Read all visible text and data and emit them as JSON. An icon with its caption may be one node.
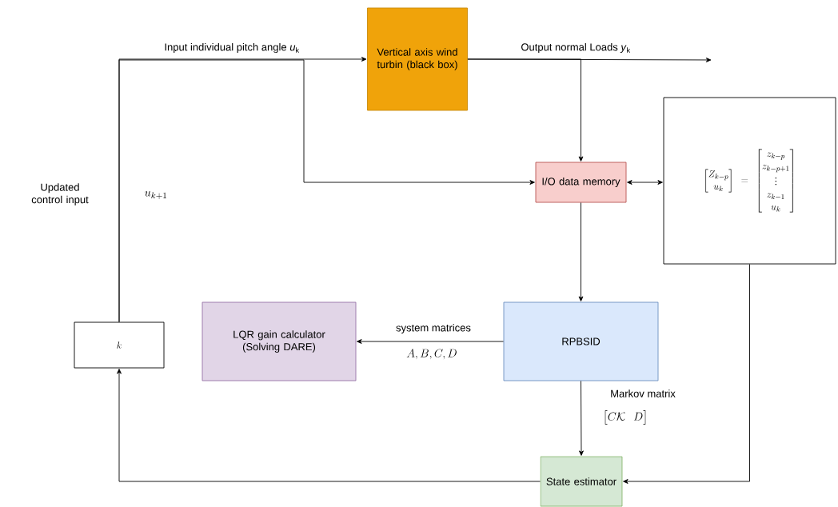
{
  "diagram": {
    "nodes": [
      {
        "text": [
          "Vertical axis wind turbin (black box)"
        ]
      },
      {
        "text": [
          "I/O data memory"
        ]
      },
      {
        "text": [
          "\\begin{bmatrix} Z_{k-p} \\\\ u_k \\end{bmatrix} = \\begin{bmatrix} z_{k-p} \\\\ z_{k-p+1} \\\\ \\vdots \\\\ z_{k-1} \\\\ u_k \\end{bmatrix}"
        ]
      },
      {
        "text": [
          "RPBSID"
        ]
      },
      {
        "text": [
          "LQR gain calculator (Solving DARE)"
        ]
      },
      {
        "text": [
          "k"
        ]
      },
      {
        "text": [
          "State estimator"
        ]
      }
    ],
    "edges": [
      {
        "from": 5,
        "to": 0,
        "arrow": "to",
        "label": "Input individual pitch angle *u*$_{k}$"
      },
      {
        "from": 0,
        "to": null,
        "arrow": "to",
        "label": "Output normal Loads *y*$_{k}$"
      },
      {
        "from": 0,
        "to": 1,
        "arrow": "to"
      },
      {
        "from": 5,
        "to": 1,
        "arrow": "to"
      },
      {
        "from": 1,
        "to": 2,
        "arrow": "both"
      },
      {
        "from": 1,
        "to": 3,
        "arrow": "to"
      },
      {
        "from": 3,
        "to": 4,
        "arrow": "to",
        "label": "system matrices"
      },
      {
        "from": 3,
        "to": 6,
        "arrow": "to",
        "label": "Markov matrix"
      },
      {
        "from": 2,
        "to": 6,
        "arrow": "to"
      },
      {
        "from": 6,
        "to": 5,
        "arrow": "to"
      }
    ],
    "labels": [
      "Updated control input",
      "u_{k+1}",
      "A, B, C, D",
      "\\begin{bmatrix} C\\mathcal{K} & D \\end{bmatrix}"
    ]
  }
}
